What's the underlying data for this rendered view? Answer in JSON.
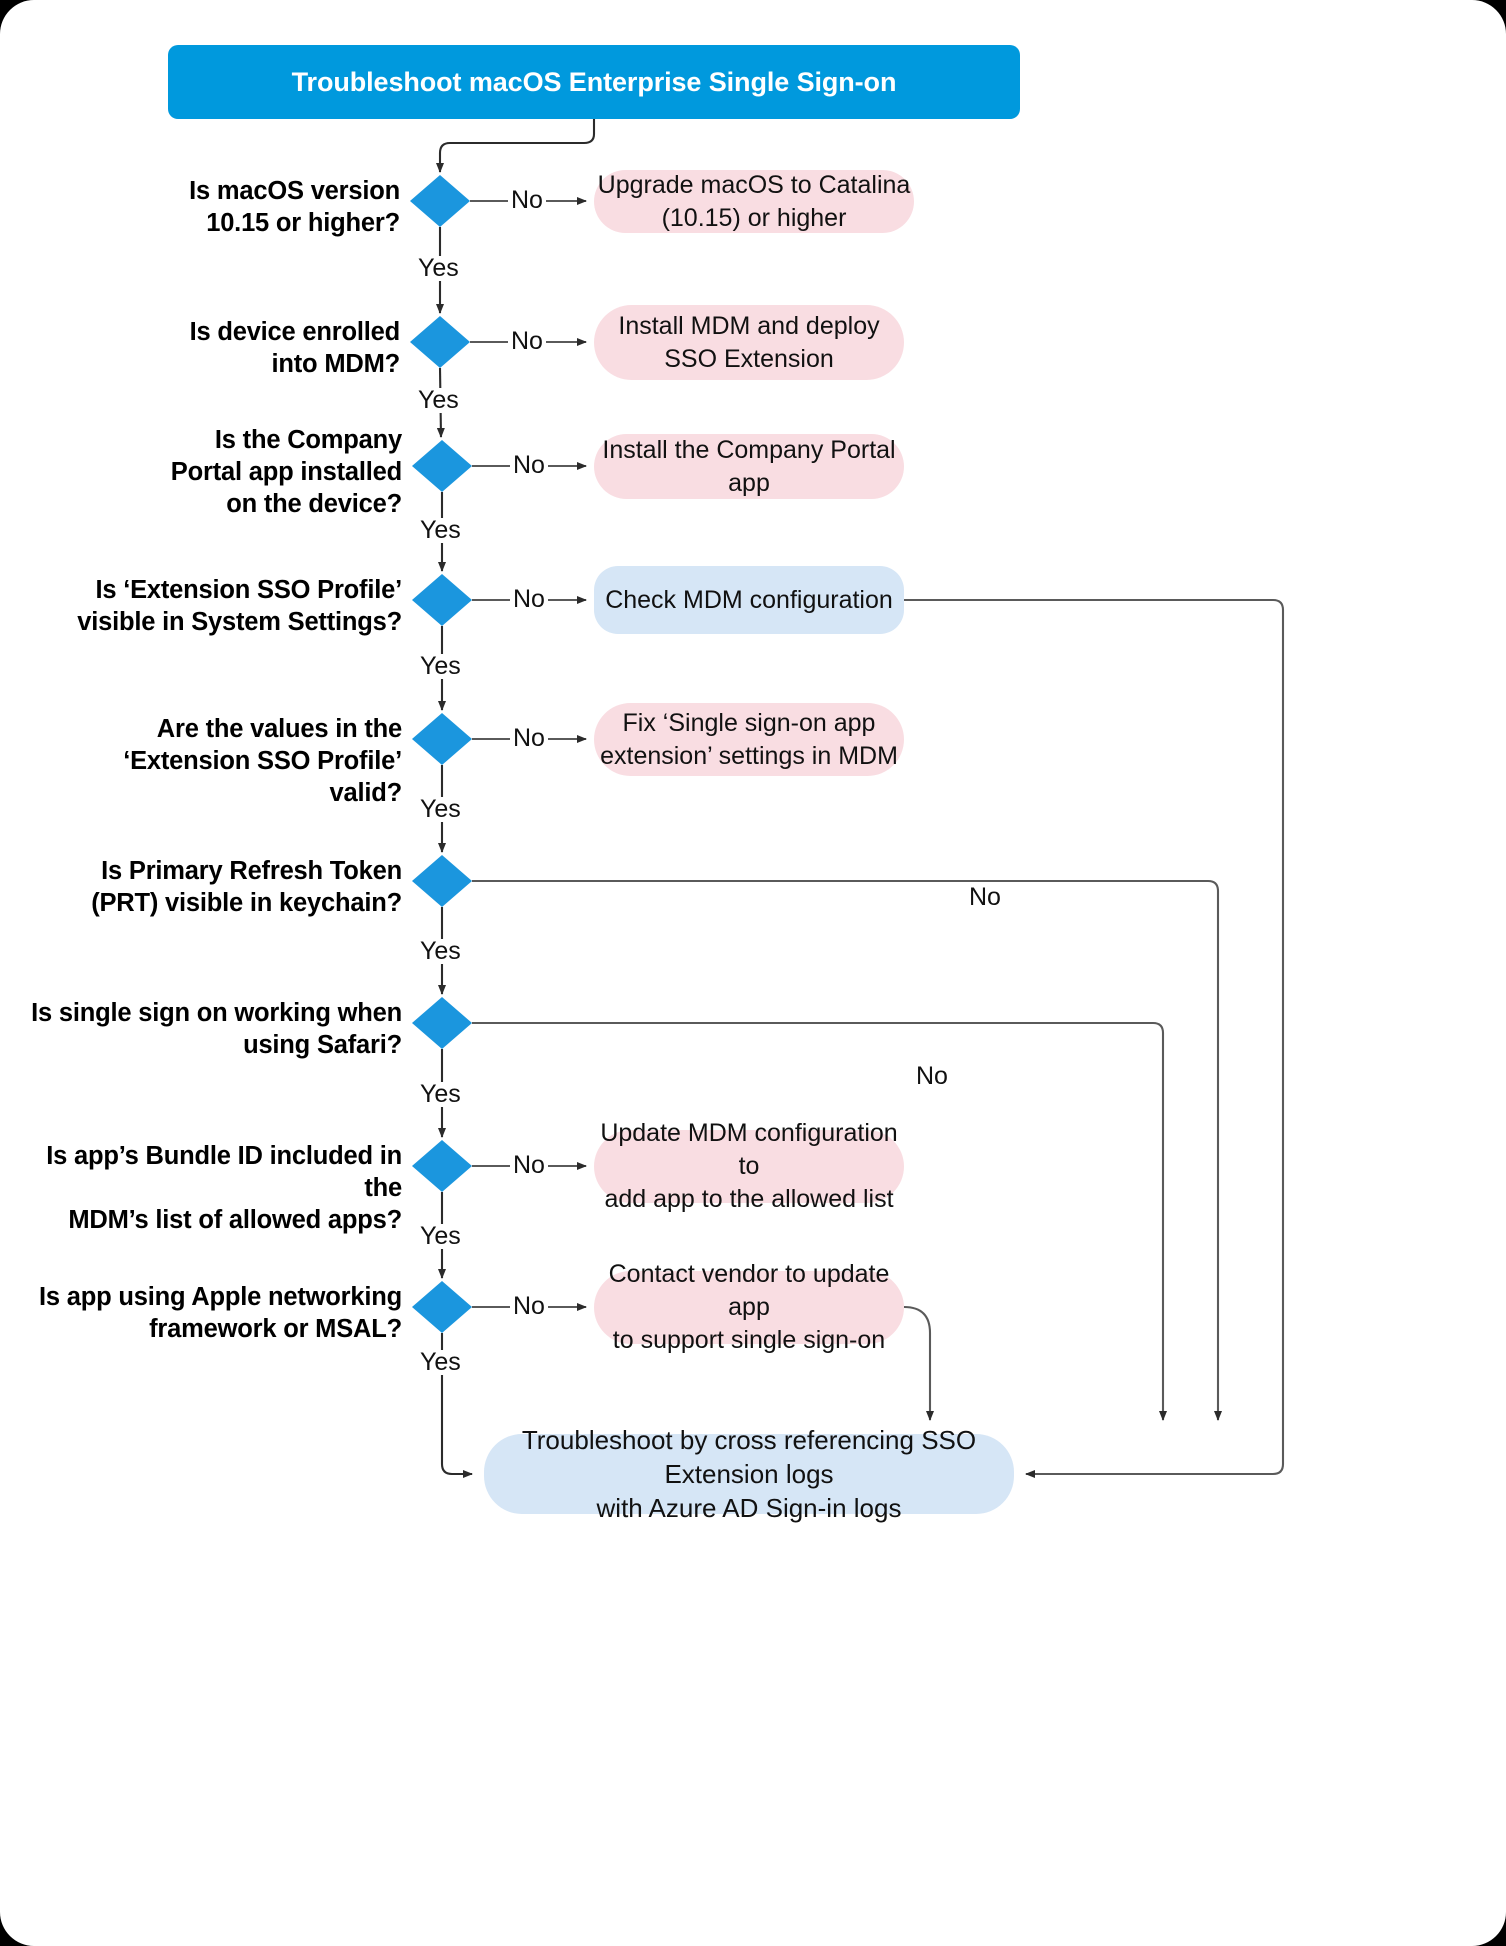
{
  "diagram": {
    "title": "Troubleshoot macOS Enterprise Single Sign-on",
    "title_bg": "#0099dd",
    "decision_color": "#1b96de",
    "action_pink": "#f9dde2",
    "action_blue": "#d6e6f6",
    "line_color": "#5a5a5a",
    "labels": {
      "yes": "Yes",
      "no": "No"
    }
  },
  "decisions": [
    {
      "id": "macos-version",
      "text": "Is macOS version\n10.15 or higher?"
    },
    {
      "id": "mdm-enrolled",
      "text": "Is device enrolled\ninto MDM?"
    },
    {
      "id": "company-portal",
      "text": "Is the Company\nPortal app installed\non the device?"
    },
    {
      "id": "sso-profile",
      "text": "Is ‘Extension SSO Profile’\nvisible in System Settings?"
    },
    {
      "id": "sso-values",
      "text": "Are the values in the\n‘Extension SSO Profile’ valid?"
    },
    {
      "id": "prt-keychain",
      "text": "Is Primary Refresh Token\n(PRT) visible in keychain?"
    },
    {
      "id": "safari-sso",
      "text": "Is single sign on working when\nusing Safari?"
    },
    {
      "id": "bundle-id",
      "text": "Is app’s Bundle ID included in the\nMDM’s list of allowed apps?"
    },
    {
      "id": "apple-network",
      "text": "Is app using Apple networking\nframework or MSAL?"
    }
  ],
  "actions": [
    {
      "id": "upgrade-macos",
      "text": "Upgrade macOS to Catalina\n(10.15) or higher",
      "kind": "pink"
    },
    {
      "id": "install-mdm",
      "text": "Install MDM and deploy\nSSO Extension",
      "kind": "pink"
    },
    {
      "id": "install-portal",
      "text": "Install the Company Portal app",
      "kind": "pink"
    },
    {
      "id": "check-mdm-config",
      "text": "Check MDM configuration",
      "kind": "blue"
    },
    {
      "id": "fix-sso-ext",
      "text": "Fix ‘Single sign-on app\nextension’ settings in MDM",
      "kind": "pink"
    },
    {
      "id": "update-allowlist",
      "text": "Update MDM configuration to\nadd app to the allowed list",
      "kind": "pink"
    },
    {
      "id": "contact-vendor",
      "text": "Contact vendor to update app\nto support single sign-on",
      "kind": "pink"
    },
    {
      "id": "final-logs",
      "text": "Troubleshoot by cross referencing SSO Extension logs\nwith Azure AD Sign-in logs",
      "kind": "blue"
    }
  ],
  "edge_labels": [
    {
      "id": "no-1",
      "text": "No"
    },
    {
      "id": "yes-1",
      "text": "Yes"
    },
    {
      "id": "no-2",
      "text": "No"
    },
    {
      "id": "yes-2",
      "text": "Yes"
    },
    {
      "id": "no-3",
      "text": "No"
    },
    {
      "id": "yes-3",
      "text": "Yes"
    },
    {
      "id": "no-4",
      "text": "No"
    },
    {
      "id": "yes-4",
      "text": "Yes"
    },
    {
      "id": "no-5",
      "text": "No"
    },
    {
      "id": "yes-5",
      "text": "Yes"
    },
    {
      "id": "no-6",
      "text": "No"
    },
    {
      "id": "yes-6",
      "text": "Yes"
    },
    {
      "id": "no-7",
      "text": "No"
    },
    {
      "id": "yes-7",
      "text": "Yes"
    },
    {
      "id": "no-8",
      "text": "No"
    },
    {
      "id": "yes-8",
      "text": "Yes"
    },
    {
      "id": "no-9",
      "text": "No"
    },
    {
      "id": "yes-9",
      "text": "Yes"
    }
  ]
}
